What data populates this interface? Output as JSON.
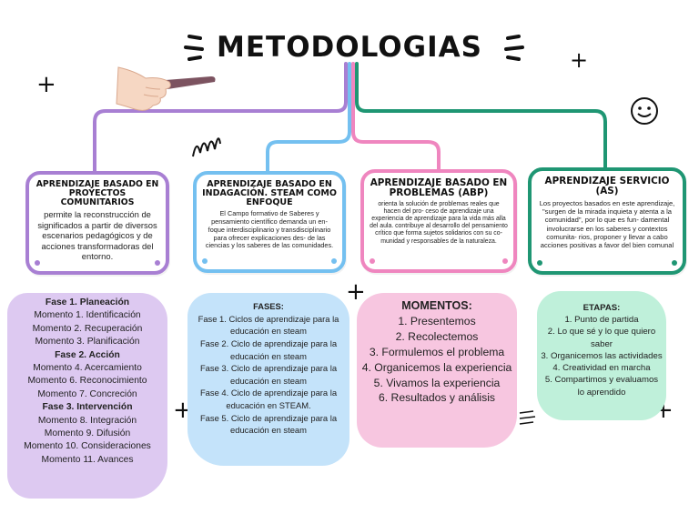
{
  "title": "METODOLOGIAS",
  "colors": {
    "purple": "#a87fd3",
    "blue": "#74c0f0",
    "pink": "#ef86bf",
    "green": "#1f9673",
    "purple_fill": "#ddc9f1",
    "blue_fill": "#c4e3fa",
    "pink_fill": "#f7c6e0",
    "green_fill": "#bff0da"
  },
  "cards": [
    {
      "title": "APRENDIZAJE BASADO EN PROYECTOS COMUNITARIOS",
      "body": "permite la reconstrucción de significados a partir de diversos escenarios pedagógicos y de acciones transformadoras del entorno."
    },
    {
      "title": "APRENDIZAJE BASADO EN INDAGACIÓN. STEAM COMO ENFOQUE",
      "body": "El Campo formativo de Saberes y pensamiento científico demanda un en- foque interdisciplinario y transdisciplinario para ofrecer explicaciones des- de las ciencias y los saberes de las comunidades."
    },
    {
      "title": "APRENDIZAJE BASADO EN PROBLEMAS (ABP)",
      "body": "orienta la solución de problemas reales que hacen del pro- ceso de aprendizaje una experiencia de aprendizaje para la vida más alla del aula. contribuye al desarrollo del pensamiento crítico que forma sujetos solidarios con su co- munidad y responsables de la naturaleza."
    },
    {
      "title": "APRENDIZAJE SERVICIO (AS)",
      "body": "Los proyectos basados en este aprendizaje, \"surgen de la mirada inquieta y atenta a la comunidad\", por lo que es fun- damental involucrarse en los saberes y contextos comunita- rios, proponer y llevar a cabo acciones positivas a favor del bien comunal"
    }
  ],
  "lists": [
    {
      "items": [
        {
          "text": "Fase 1. Planeación",
          "bold": true
        },
        {
          "text": "Momento 1. Identificación",
          "bold": false
        },
        {
          "text": "Momento 2. Recuperación",
          "bold": false
        },
        {
          "text": "Momento 3. Planificación",
          "bold": false
        },
        {
          "text": "Fase 2. Acción",
          "bold": true
        },
        {
          "text": "Momento 4. Acercamiento",
          "bold": false
        },
        {
          "text": "Momento 6. Reconocimiento",
          "bold": false
        },
        {
          "text": "Momento 7. Concreción",
          "bold": false
        },
        {
          "text": "Fase 3. Intervención",
          "bold": true
        },
        {
          "text": "Momento 8. Integración",
          "bold": false
        },
        {
          "text": "Momento 9. Difusión",
          "bold": false
        },
        {
          "text": "Momento 10. Consideraciones",
          "bold": false
        },
        {
          "text": "Momento 11. Avances",
          "bold": false
        }
      ]
    },
    {
      "heading": "FASES:",
      "items": [
        {
          "text": "Fase 1. Ciclos de aprendizaje para la educación en steam"
        },
        {
          "text": "Fase 2. Ciclo de aprendizaje para la educación en steam"
        },
        {
          "text": "Fase 3. Ciclo de aprendizaje para la educación en steam"
        },
        {
          "text": "Fase 4. Ciclo de aprendizaje para la educación en STEAM."
        },
        {
          "text": "Fase 5. Ciclo de aprendizaje para la educación en steam"
        }
      ]
    },
    {
      "heading": "MOMENTOS:",
      "items": [
        {
          "text": "1. Presentemos"
        },
        {
          "text": "2. Recolectemos"
        },
        {
          "text": "3. Formulemos el problema"
        },
        {
          "text": "4. Organicemos la experiencia"
        },
        {
          "text": "5. Vivamos la experiencia"
        },
        {
          "text": "6. Resultados y análisis"
        }
      ]
    },
    {
      "heading": "ETAPAS:",
      "items": [
        {
          "text": "1. Punto de partida"
        },
        {
          "text": "2. Lo que sé y lo que quiero saber"
        },
        {
          "text": "3. Organicemos las actividades"
        },
        {
          "text": "4. Creatividad en marcha"
        },
        {
          "text": "5. Compartimos y evaluamos lo aprendido"
        }
      ]
    }
  ],
  "decorations": [
    "hand-holding-pen-icon",
    "smiley-icon",
    "plus-icon",
    "scribble-icon"
  ]
}
